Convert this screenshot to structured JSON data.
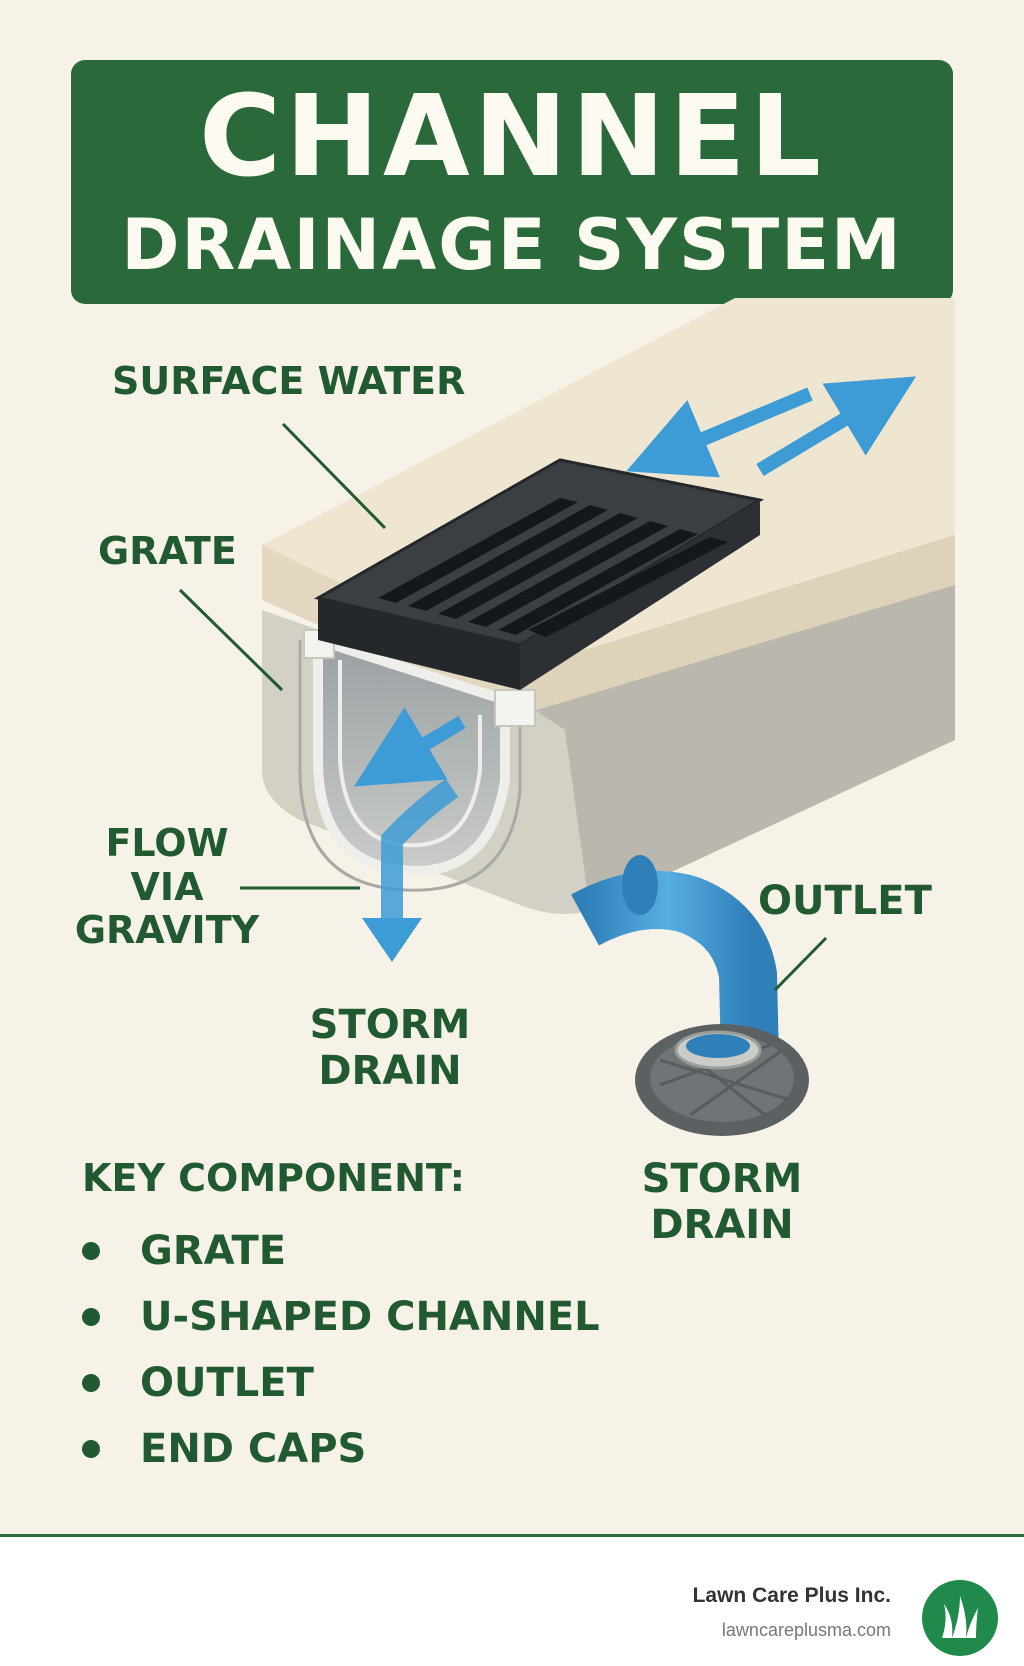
{
  "title": {
    "line1": "CHANNEL",
    "line2": "DRAINAGE SYSTEM"
  },
  "labels": {
    "surface_water": "SURFACE WATER",
    "grate": "GRATE",
    "flow_via_gravity": [
      "FLOW",
      "VIA",
      "GRAVITY"
    ],
    "storm_drain_left": [
      "STORM",
      "DRAIN"
    ],
    "outlet": "OUTLET",
    "storm_drain_right": [
      "STORM",
      "DRAIN"
    ]
  },
  "key_components": {
    "title": "KEY COMPONENT:",
    "items": [
      "GRATE",
      "U-SHAPED CHANNEL",
      "OUTLET",
      "END CAPS"
    ]
  },
  "footer": {
    "company": "Lawn Care Plus Inc.",
    "website": "lawncareplusma.com",
    "logo_icon": "grass-blades-icon"
  },
  "colors": {
    "background": "#f7f2e7",
    "brand_green": "#2a6a3a",
    "label_green": "#215a30",
    "water_blue": "#3d9bd6",
    "grate_dark": "#2f3438",
    "concrete": "#d6d3c9",
    "slab_top": "#efe6d2"
  }
}
